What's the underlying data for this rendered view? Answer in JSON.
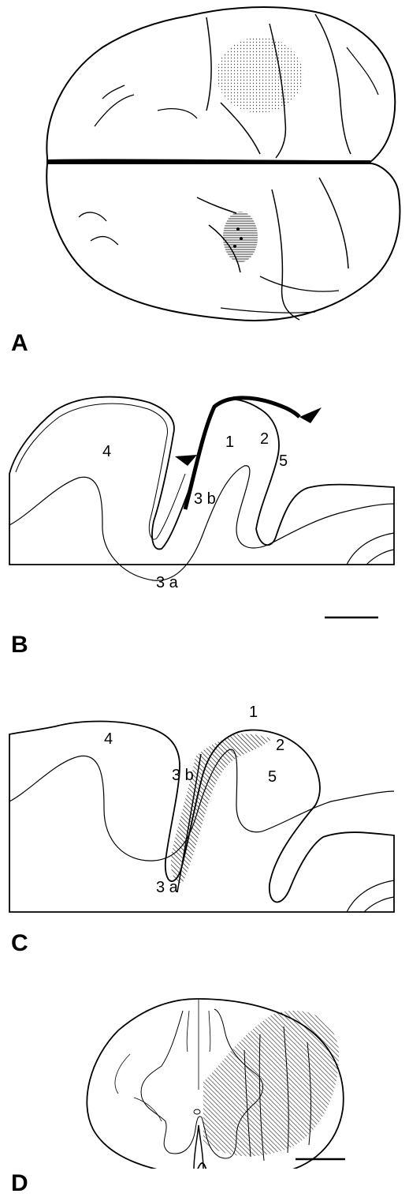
{
  "panels": {
    "A": {
      "label": "A"
    },
    "B": {
      "label": "B",
      "areas": [
        "4",
        "1",
        "2",
        "5",
        "3 b",
        "3 a"
      ]
    },
    "C": {
      "label": "C",
      "areas": [
        "1",
        "2",
        "4",
        "3 b",
        "5",
        "3 a"
      ]
    },
    "D": {
      "label": "D"
    }
  }
}
